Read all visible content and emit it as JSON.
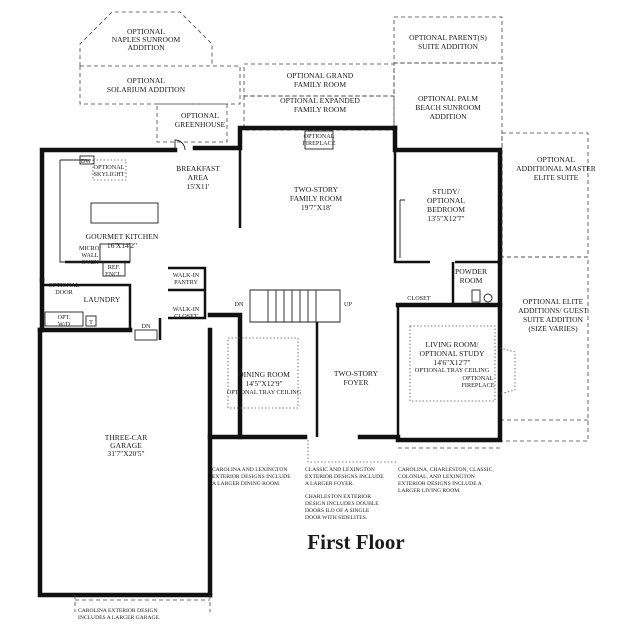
{
  "title": "First Floor",
  "rooms": {
    "naples": [
      "OPTIONAL",
      "NAPLES SUNROOM",
      "ADDITION"
    ],
    "solarium": [
      "OPTIONAL",
      "SOLARIUM ADDITION"
    ],
    "greenhouse": [
      "OPTIONAL",
      "GREENHOUSE"
    ],
    "grand_family": [
      "OPTIONAL GRAND",
      "FAMILY ROOM"
    ],
    "expanded_family": [
      "OPTIONAL EXPANDED",
      "FAMILY ROOM"
    ],
    "parents_suite": [
      "OPTIONAL PARENT(S)",
      "SUITE ADDITION"
    ],
    "palm_beach": [
      "OPTIONAL PALM",
      "BEACH SUNROOM",
      "ADDITION"
    ],
    "master_elite": [
      "OPTIONAL",
      "ADDITIONAL MASTER",
      "ELITE SUITE"
    ],
    "elite_additions": [
      "OPTIONAL ELITE",
      "ADDITIONS/ GUEST",
      "SUITE ADDITION",
      "(SIZE VARIES)"
    ],
    "breakfast": [
      "BREAKFAST",
      "AREA",
      "15'X11'"
    ],
    "family": [
      "TWO-STORY",
      "FAMILY ROOM",
      "19'7\"X18'"
    ],
    "study": [
      "STUDY/",
      "OPTIONAL",
      "BEDROOM",
      "13'5\"X12'7\""
    ],
    "kitchen": [
      "GOURMET KITCHEN",
      "16'X14'2\""
    ],
    "powder": [
      "POWDER",
      "ROOM"
    ],
    "laundry": [
      "LAUNDRY"
    ],
    "dining": [
      "DINING ROOM",
      "14'5\"X12'9\"",
      "OPTIONAL TRAY CEILING"
    ],
    "foyer": [
      "TWO-STORY",
      "FOYER"
    ],
    "living": [
      "LIVING ROOM/",
      "OPTIONAL STUDY",
      "14'6\"X12'7\"",
      "OPTIONAL TRAY CEILING"
    ],
    "garage": [
      "THREE-CAR",
      "GARAGE",
      "31'7\"X20'5\""
    ]
  },
  "small_labels": {
    "dw": "DW",
    "skylight": [
      "OPTIONAL",
      "SKYLIGHT"
    ],
    "fireplace_family": [
      "OPTIONAL",
      "FIREPLACE"
    ],
    "fireplace_living": [
      "OPTIONAL",
      "FIREPLACE"
    ],
    "micro": [
      "MICRO/",
      "WALL",
      "OVEN"
    ],
    "ref": [
      "REF.",
      "ENCL."
    ],
    "walkin_pantry": [
      "WALK-IN",
      "PANTRY"
    ],
    "walkin_closet": [
      "WALK-IN",
      "CLOSET"
    ],
    "optional_door": [
      "OPTIONAL",
      "DOOR"
    ],
    "opt_wd": [
      "OPT.",
      "W/D"
    ],
    "t": "T",
    "dn_kitchen": "DN",
    "dn_garage": "DN",
    "up": "UP",
    "closet": "CLOSET"
  },
  "notes": {
    "dining": [
      "CAROLINA AND LEXINGTON",
      "EXTERIOR DESIGNS INCLUDE",
      "A LARGER DINING ROOM."
    ],
    "foyer": [
      "CLASSIC AND LEXINGTON",
      "EXTERIOR DESIGNS INCLUDE",
      "A LARGER FOYER."
    ],
    "doors": [
      "CHARLESTON EXTERIOR",
      "DESIGN INCLUDES DOUBLE",
      "DOORS ILO OF A SINGLE",
      "DOOR WITH SIDELITES."
    ],
    "living": [
      "CAROLINA, CHARLESTON, CLASSIC,",
      "COLONIAL, AND LEXINGTON",
      "EXTERIOR DESIGNS INCLUDE A",
      "LARGER LIVING ROOM."
    ],
    "garage": [
      "CAROLINA EXTERIOR DESIGN",
      "INCLUDES A LARGER GARAGE."
    ]
  }
}
